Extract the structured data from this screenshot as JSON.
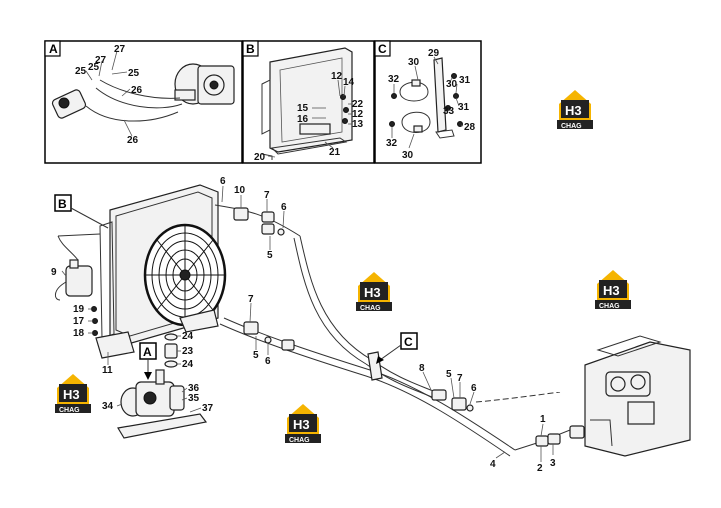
{
  "insets": [
    {
      "tag": "A"
    },
    {
      "tag": "B"
    },
    {
      "tag": "C"
    }
  ],
  "callouts": {
    "inset_a": [
      "27",
      "27",
      "25",
      "25",
      "25",
      "26",
      "26"
    ],
    "inset_b": [
      "12",
      "14",
      "15",
      "16",
      "22",
      "12",
      "13",
      "21",
      "20"
    ],
    "inset_c": [
      "29",
      "30",
      "32",
      "30",
      "31",
      "33",
      "31",
      "32",
      "28",
      "30"
    ],
    "main": [
      "6",
      "10",
      "7",
      "6",
      "5",
      "9",
      "19",
      "17",
      "18",
      "11",
      "7",
      "5",
      "6",
      "24",
      "23",
      "24",
      "36",
      "35",
      "37",
      "34",
      "8",
      "5",
      "7",
      "6",
      "1",
      "2",
      "3",
      "4"
    ]
  },
  "main_tags": {
    "b": "B",
    "a": "A",
    "c": "C"
  },
  "watermark": {
    "monogram": "H3",
    "word": "CHAG",
    "accent": "#f5b400"
  }
}
